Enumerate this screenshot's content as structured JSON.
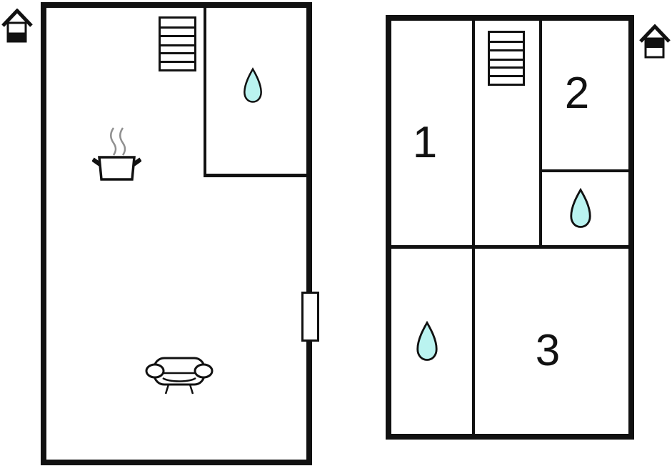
{
  "colors": {
    "wall": "#111111",
    "drop_fill": "#baf3f0",
    "steam": "#909090"
  },
  "ground_floor": {
    "level_marker": "ground-floor-highlighted-house",
    "features": [
      "stairs",
      "water-drop",
      "cooking-pot",
      "sofa",
      "door"
    ]
  },
  "upper_floor": {
    "level_marker": "upper-floor-highlighted-house",
    "rooms": [
      {
        "label": "1"
      },
      {
        "label": "2"
      },
      {
        "label": "3"
      }
    ],
    "features": [
      "stairs",
      "water-drop",
      "water-drop"
    ]
  }
}
